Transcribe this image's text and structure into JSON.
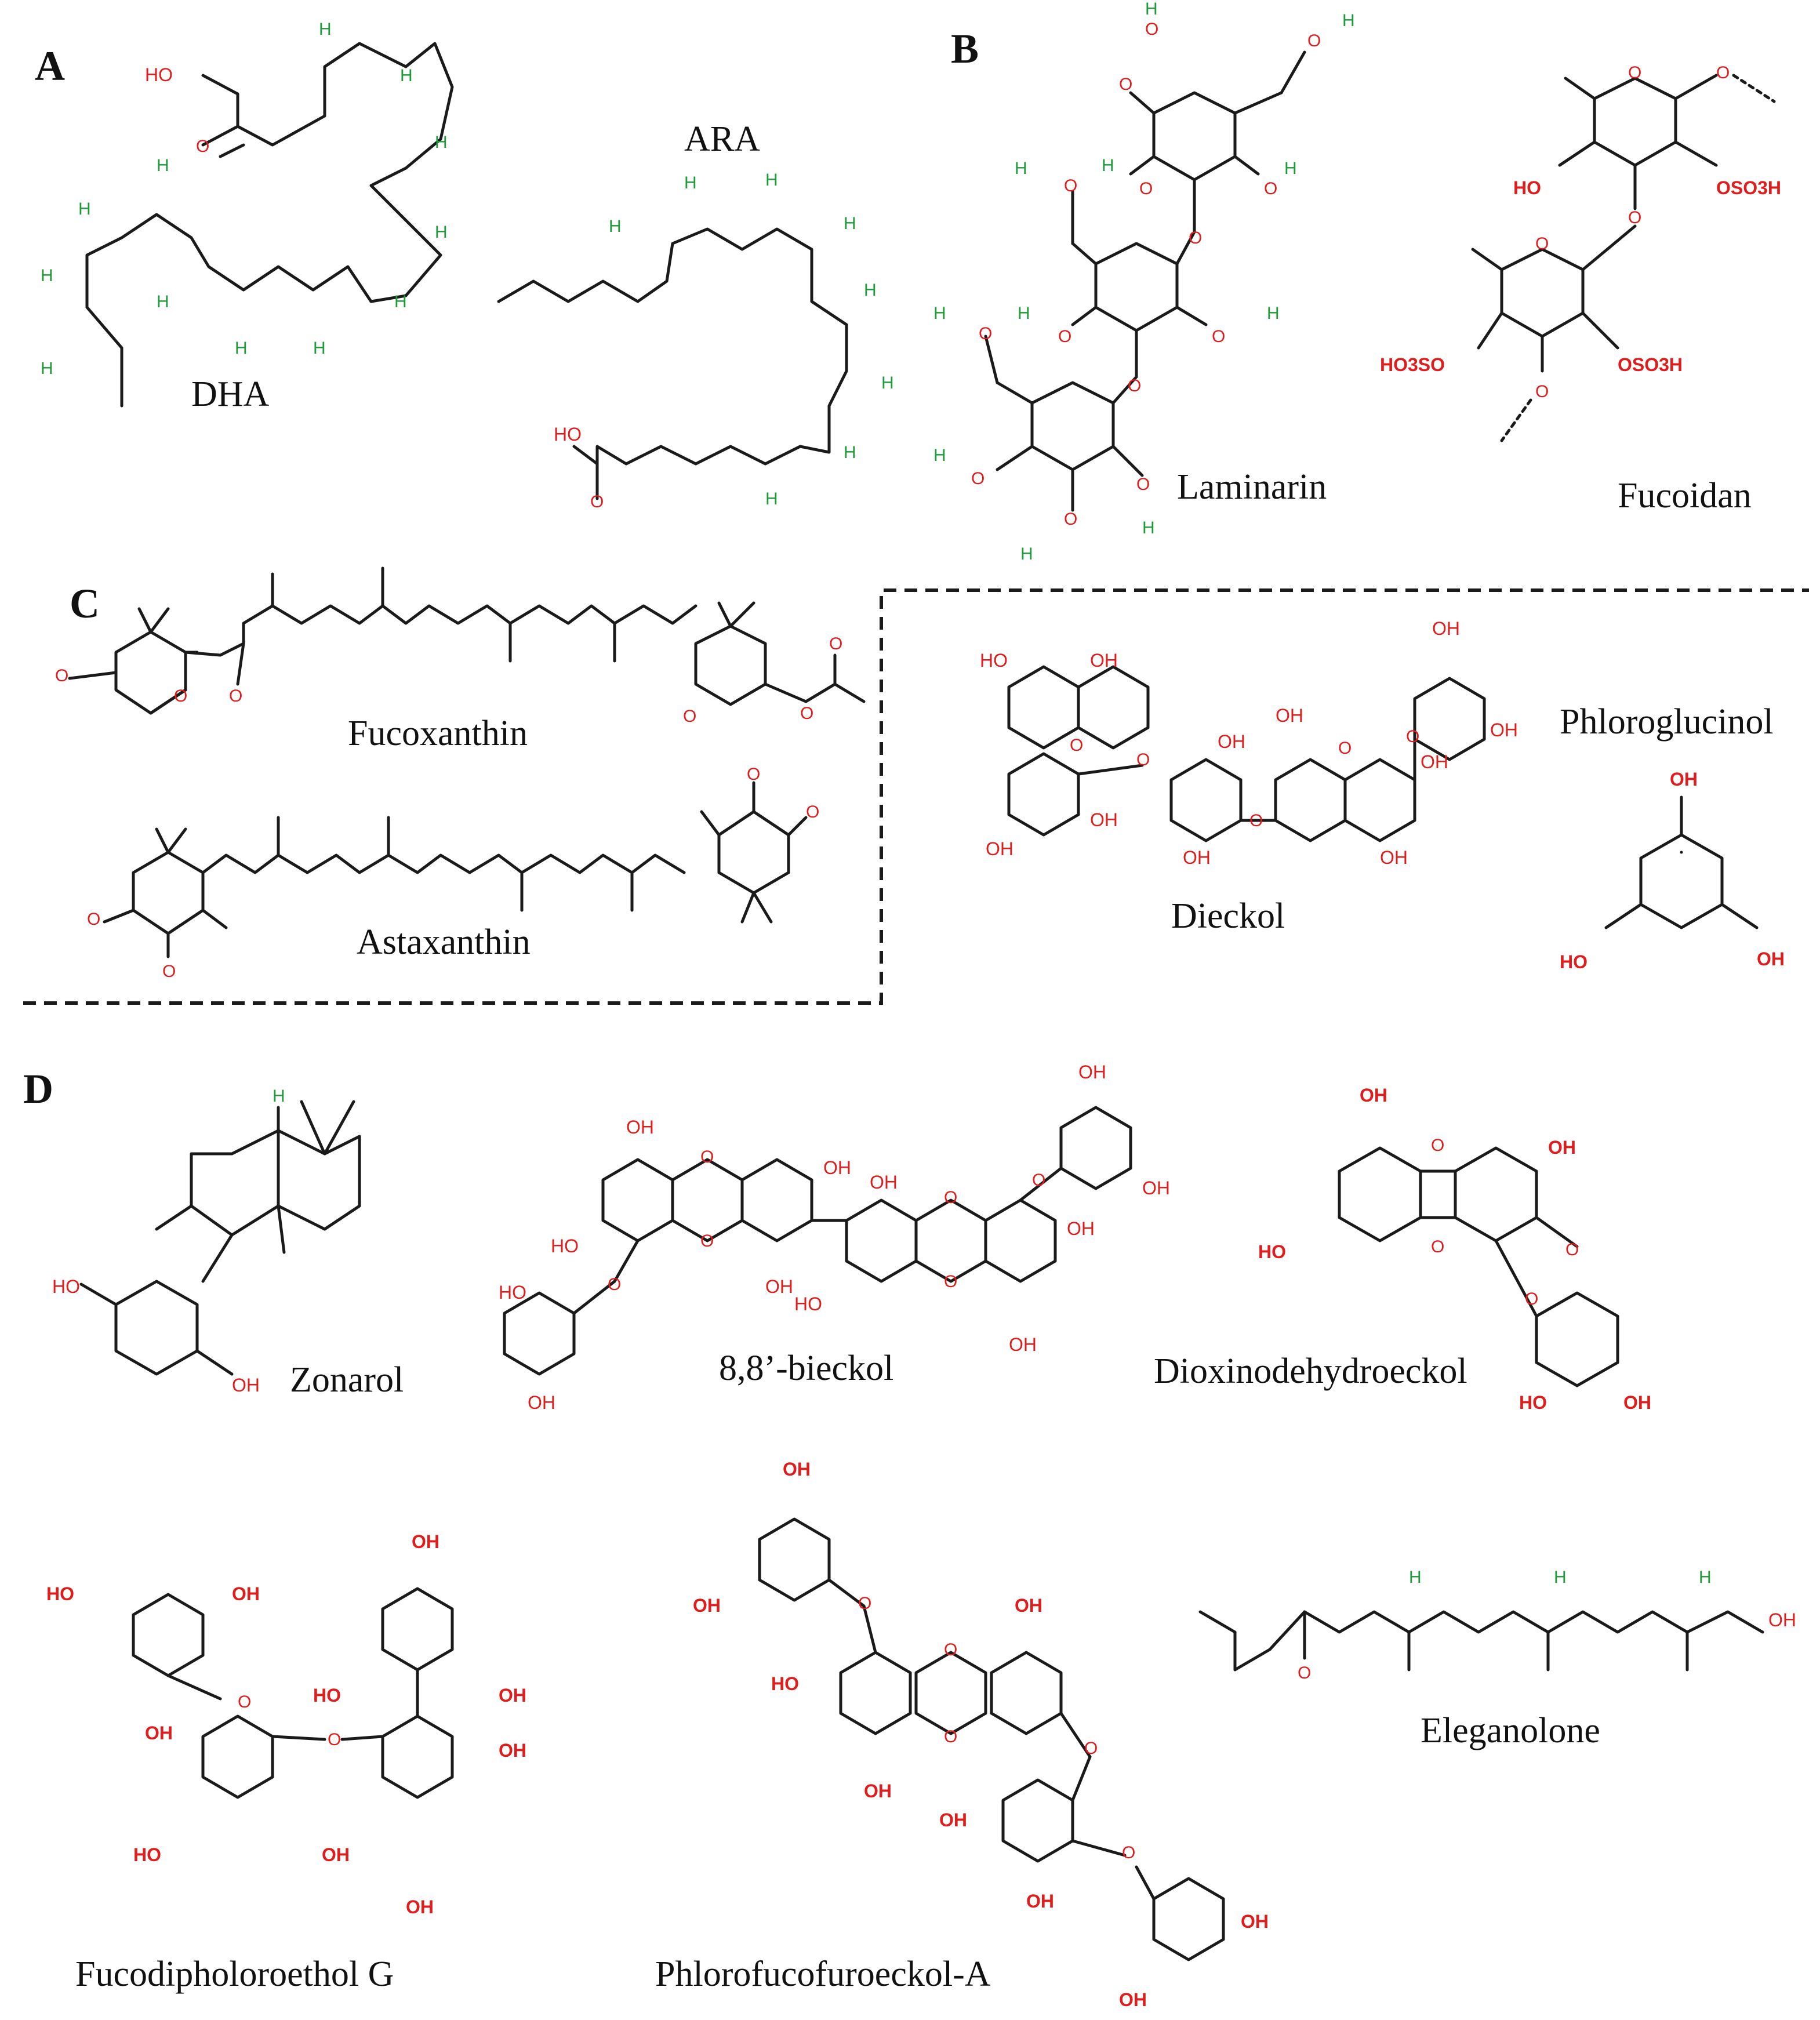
{
  "panels": {
    "a": "A",
    "b": "B",
    "c": "C",
    "d": "D"
  },
  "molecules": {
    "dha": "DHA",
    "ara": "ARA",
    "laminarin": "Laminarin",
    "fucoidan": "Fucoidan",
    "fucoxanthin": "Fucoxanthin",
    "astaxanthin": "Astaxanthin",
    "dieckol": "Dieckol",
    "phloroglucinol": "Phloroglucinol",
    "zonarol": "Zonarol",
    "bieckol": "8,8’-bieckol",
    "dioxinodehydroeckol": "Dioxinodehydroeckol",
    "fucodiphloroethol": "Fucodipholoroethol G",
    "phlorofucofuroeckol": "Phlorofucofuroeckol-A",
    "eleganolone": "Eleganolone"
  },
  "atoms": {
    "h": "H",
    "o": "O",
    "oh": "OH",
    "ho": "HO",
    "so3h": "OSO3H",
    "ho3so": "HO3SO"
  },
  "colors": {
    "hydrogen": "#1f9a3a",
    "oxygen": "#e01d1d",
    "bond": "#1a1a1a"
  }
}
